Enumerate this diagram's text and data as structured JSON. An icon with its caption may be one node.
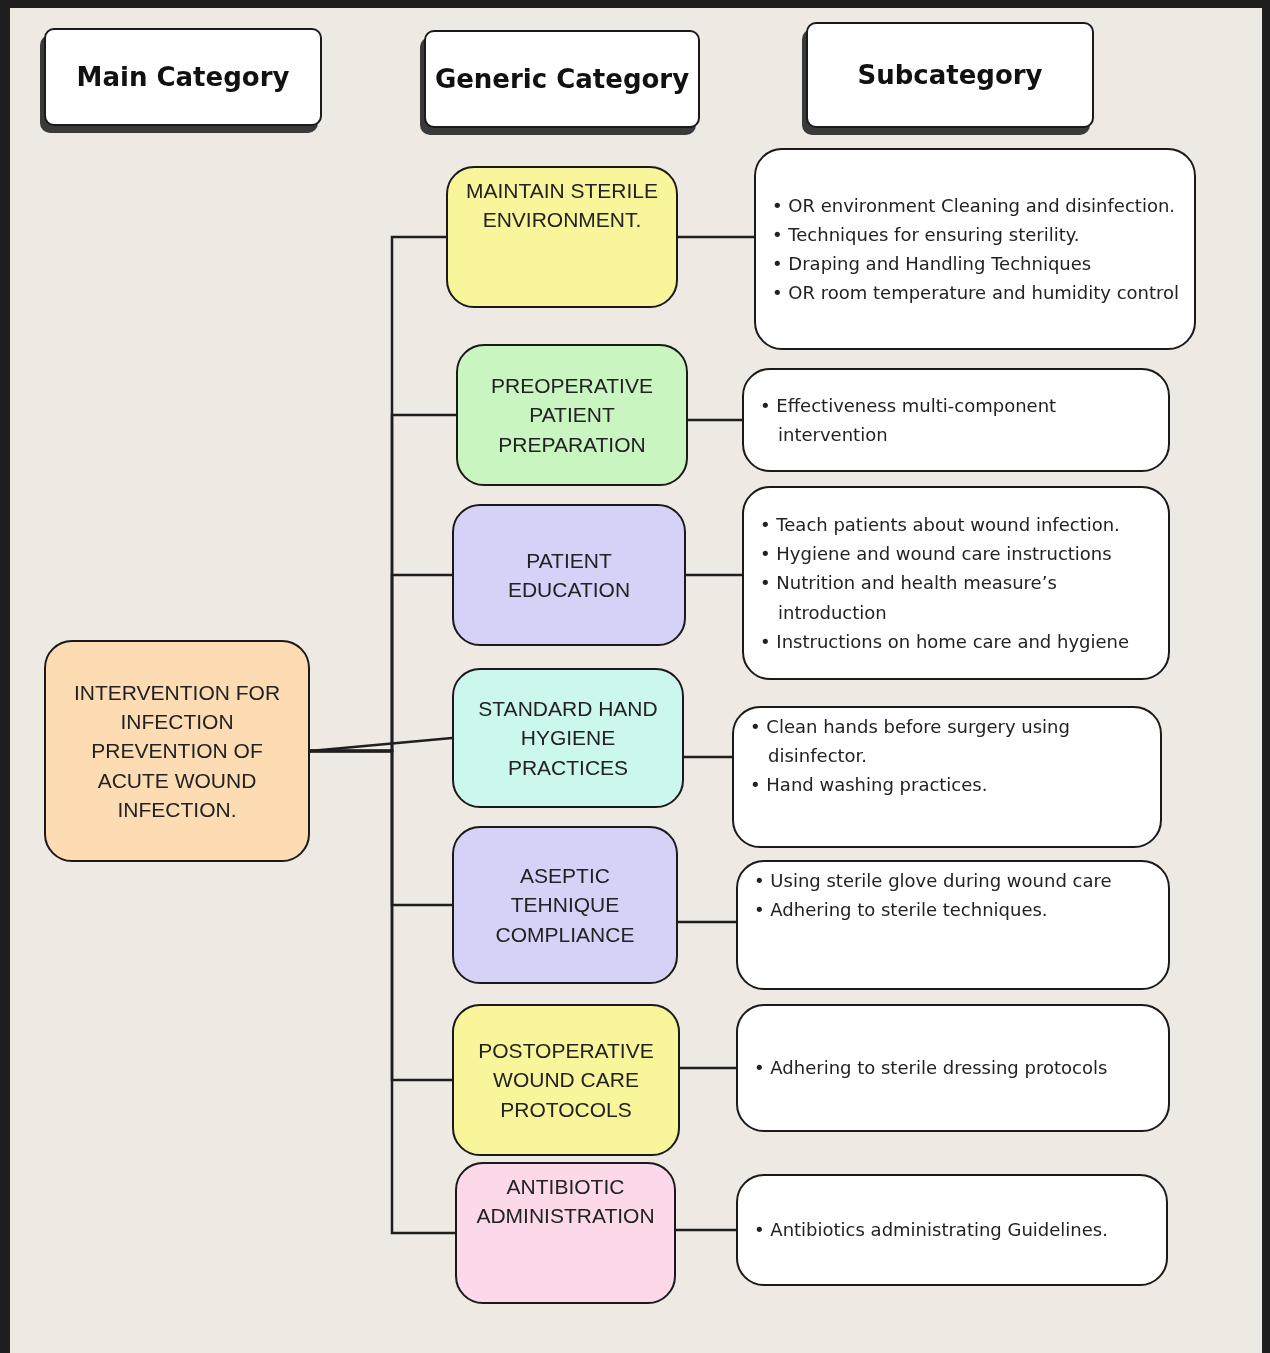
{
  "diagram": {
    "nodes": [
      {
        "text": [
          "Main Category"
        ]
      },
      {
        "text": [
          "Generic Category"
        ]
      },
      {
        "text": [
          "Subcategory"
        ]
      },
      {
        "text": [
          "INTERVENTION FOR INFECTION PREVENTION OF ACUTE WOUND INFECTION."
        ]
      },
      {
        "text": [
          "MAINTAIN STERILE ENVIRONMENT."
        ]
      },
      {
        "text": [
          "PREOPERATIVE PATIENT PREPARATION"
        ]
      },
      {
        "text": [
          "PATIENT EDUCATION"
        ]
      },
      {
        "text": [
          "STANDARD HAND HYGIENE PRACTICES"
        ]
      },
      {
        "text": [
          "ASEPTIC TEHNIQUE COMPLIANCE"
        ]
      },
      {
        "text": [
          "POSTOPERATIVE WOUND CARE PROTOCOLS"
        ]
      },
      {
        "text": [
          "ANTIBIOTIC ADMINISTRATION"
        ]
      },
      {
        "text": [
          "• OR environment Cleaning and disinfection.",
          "• Techniques for ensuring sterility.",
          "• Draping and Handling Techniques",
          "• OR room temperature and humidity control"
        ]
      },
      {
        "text": [
          "• Effectiveness multi-component intervention"
        ]
      },
      {
        "text": [
          "• Teach patients about wound infection.",
          "• Hygiene and wound care instructions",
          "• Nutrition and health measure’s introduction",
          "• Instructions on home care and hygiene"
        ]
      },
      {
        "text": [
          "• Clean hands before surgery using disinfector.",
          "• Hand washing practices."
        ]
      },
      {
        "text": [
          "• Using sterile glove during wound care",
          "• Adhering to sterile techniques."
        ]
      },
      {
        "text": [
          "• Adhering to sterile dressing protocols"
        ]
      },
      {
        "text": [
          "• Antibiotics administrating Guidelines."
        ]
      }
    ],
    "edges": [
      {
        "from": 3,
        "to": 4,
        "arrow": "none"
      },
      {
        "from": 3,
        "to": 5,
        "arrow": "none"
      },
      {
        "from": 3,
        "to": 6,
        "arrow": "none"
      },
      {
        "from": 3,
        "to": 7,
        "arrow": "none"
      },
      {
        "from": 3,
        "to": 8,
        "arrow": "none"
      },
      {
        "from": 3,
        "to": 9,
        "arrow": "none"
      },
      {
        "from": 3,
        "to": 10,
        "arrow": "none"
      },
      {
        "from": 4,
        "to": 11,
        "arrow": "none"
      },
      {
        "from": 5,
        "to": 12,
        "arrow": "none"
      },
      {
        "from": 6,
        "to": 13,
        "arrow": "none"
      },
      {
        "from": 7,
        "to": 14,
        "arrow": "none"
      },
      {
        "from": 8,
        "to": 15,
        "arrow": "none"
      },
      {
        "from": 9,
        "to": 16,
        "arrow": "none"
      },
      {
        "from": 10,
        "to": 17,
        "arrow": "none"
      }
    ]
  }
}
